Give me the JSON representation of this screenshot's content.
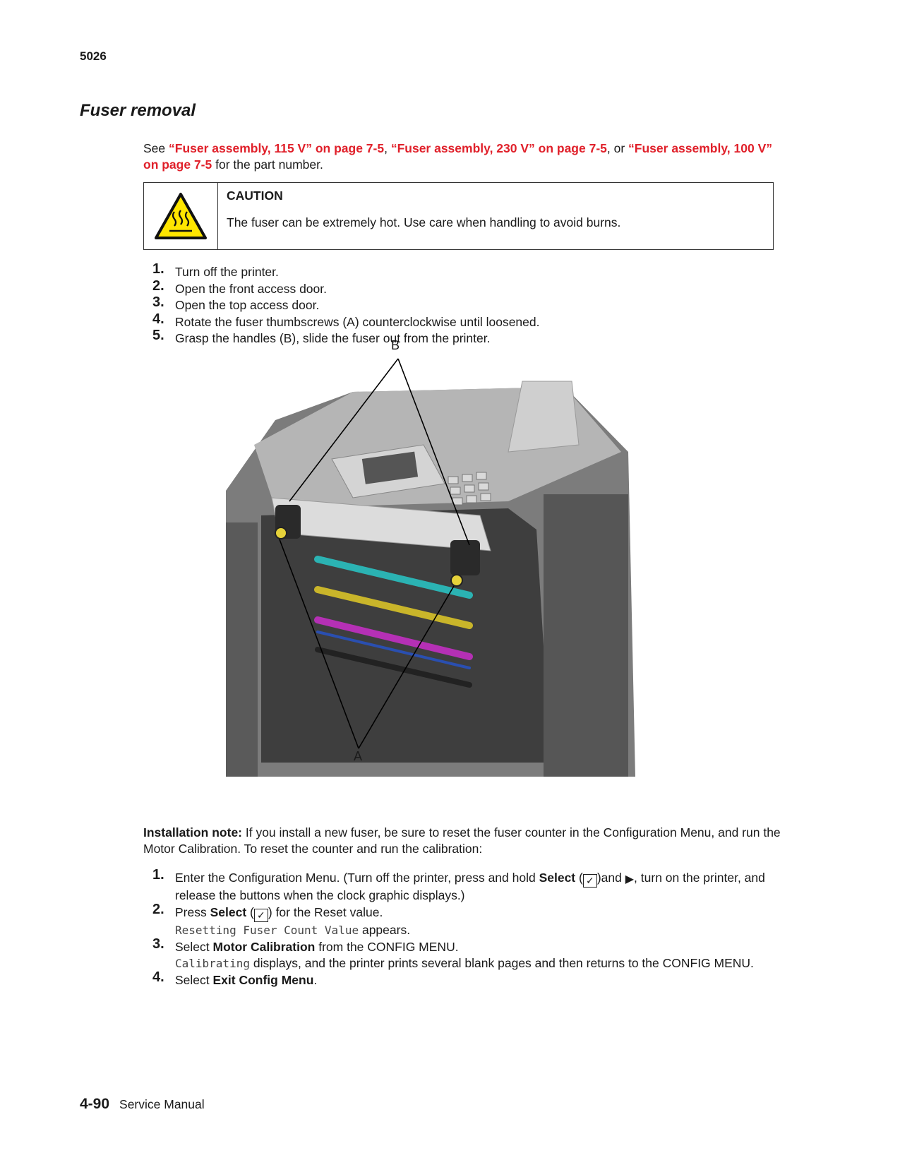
{
  "header": {
    "model": "5026"
  },
  "title": "Fuser removal",
  "intro": {
    "see": "See ",
    "link1": "“Fuser assembly, 115 V” on page 7-5",
    "sep1": ", ",
    "link2": "“Fuser assembly, 230 V” on page 7-5",
    "sep2": ", or ",
    "link3": "“Fuser assembly, 100 V” on page 7-5",
    "tail": " for the part number."
  },
  "caution": {
    "title": "CAUTION",
    "text": "The fuser can be extremely hot. Use care when handling to avoid burns.",
    "icon": "hot-surface-warning-icon"
  },
  "removal_steps": [
    {
      "num": "1.",
      "text": "Turn off the printer."
    },
    {
      "num": "2.",
      "text": "Open the front access door."
    },
    {
      "num": "3.",
      "text": "Open the top access door."
    },
    {
      "num": "4.",
      "text": "Rotate the fuser thumbscrews (A) counterclockwise until loosened."
    },
    {
      "num": "5.",
      "text": "Grasp the handles (B), slide the fuser out from the printer."
    }
  ],
  "figure": {
    "label_b": "B",
    "label_a": "A"
  },
  "installation_note": {
    "label": "Installation note:",
    "text": " If you install a new fuser, be sure to reset the fuser counter in the Configuration Menu, and run the Motor Calibration. To reset the counter and run the calibration:"
  },
  "install_steps": {
    "s1": {
      "num": "1.",
      "a": "Enter the Configuration Menu. (Turn off the printer, press and hold ",
      "bold": "Select",
      "b": " (",
      "c": ")and ",
      "d": ", turn on the printer, and release the buttons when the clock graphic displays.)"
    },
    "s2": {
      "num": "2.",
      "a": "Press ",
      "bold": "Select",
      "b": " (",
      "c": ") for the Reset value.",
      "mono": "Resetting Fuser Count Value",
      "after": " appears."
    },
    "s3": {
      "num": "3.",
      "a": "Select ",
      "bold": "Motor Calibration",
      "b": " from the CONFIG MENU.",
      "mono": "Calibrating",
      "after": " displays, and the printer prints several blank pages and then returns to the CONFIG MENU."
    },
    "s4": {
      "num": "4.",
      "a": "Select ",
      "bold": "Exit Config Menu",
      "b": "."
    }
  },
  "keys": {
    "select_glyph": "✓",
    "right_glyph": "▶"
  },
  "footer": {
    "page": "4-90",
    "manual": "Service Manual"
  }
}
